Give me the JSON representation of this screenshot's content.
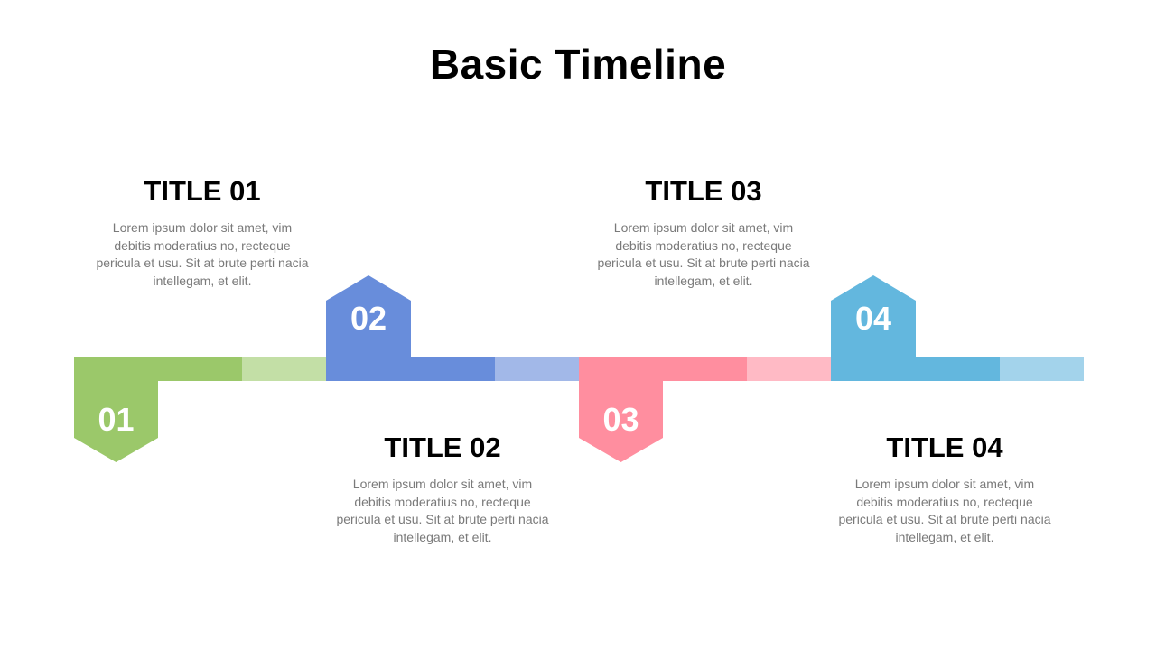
{
  "title": "Basic Timeline",
  "steps": [
    {
      "number": "01",
      "title": "TITLE 01",
      "text": "Lorem ipsum dolor sit amet, vim debitis moderatius no, recteque pericula et usu. Sit at brute perti nacia intellegam, et elit.",
      "position": "below",
      "color_dark": "#9BC86A",
      "color_light": "#C3DFA6"
    },
    {
      "number": "02",
      "title": "TITLE 02",
      "text": "Lorem ipsum dolor sit amet, vim debitis moderatius no, recteque pericula et usu. Sit at brute perti nacia intellegam, et elit.",
      "position": "above",
      "color_dark": "#688DDB",
      "color_light": "#A2B8E8"
    },
    {
      "number": "03",
      "title": "TITLE 03",
      "text": "Lorem ipsum dolor sit amet, vim debitis moderatius no, recteque pericula et usu. Sit at brute perti nacia intellegam, et elit.",
      "position": "below",
      "color_dark": "#FF8E9F",
      "color_light": "#FFBAC5"
    },
    {
      "number": "04",
      "title": "TITLE 04",
      "text": "Lorem ipsum dolor sit amet, vim debitis moderatius no, recteque pericula et usu. Sit at brute perti nacia intellegam, et elit.",
      "position": "above",
      "color_dark": "#63B7DE",
      "color_light": "#A3D3EB"
    }
  ]
}
